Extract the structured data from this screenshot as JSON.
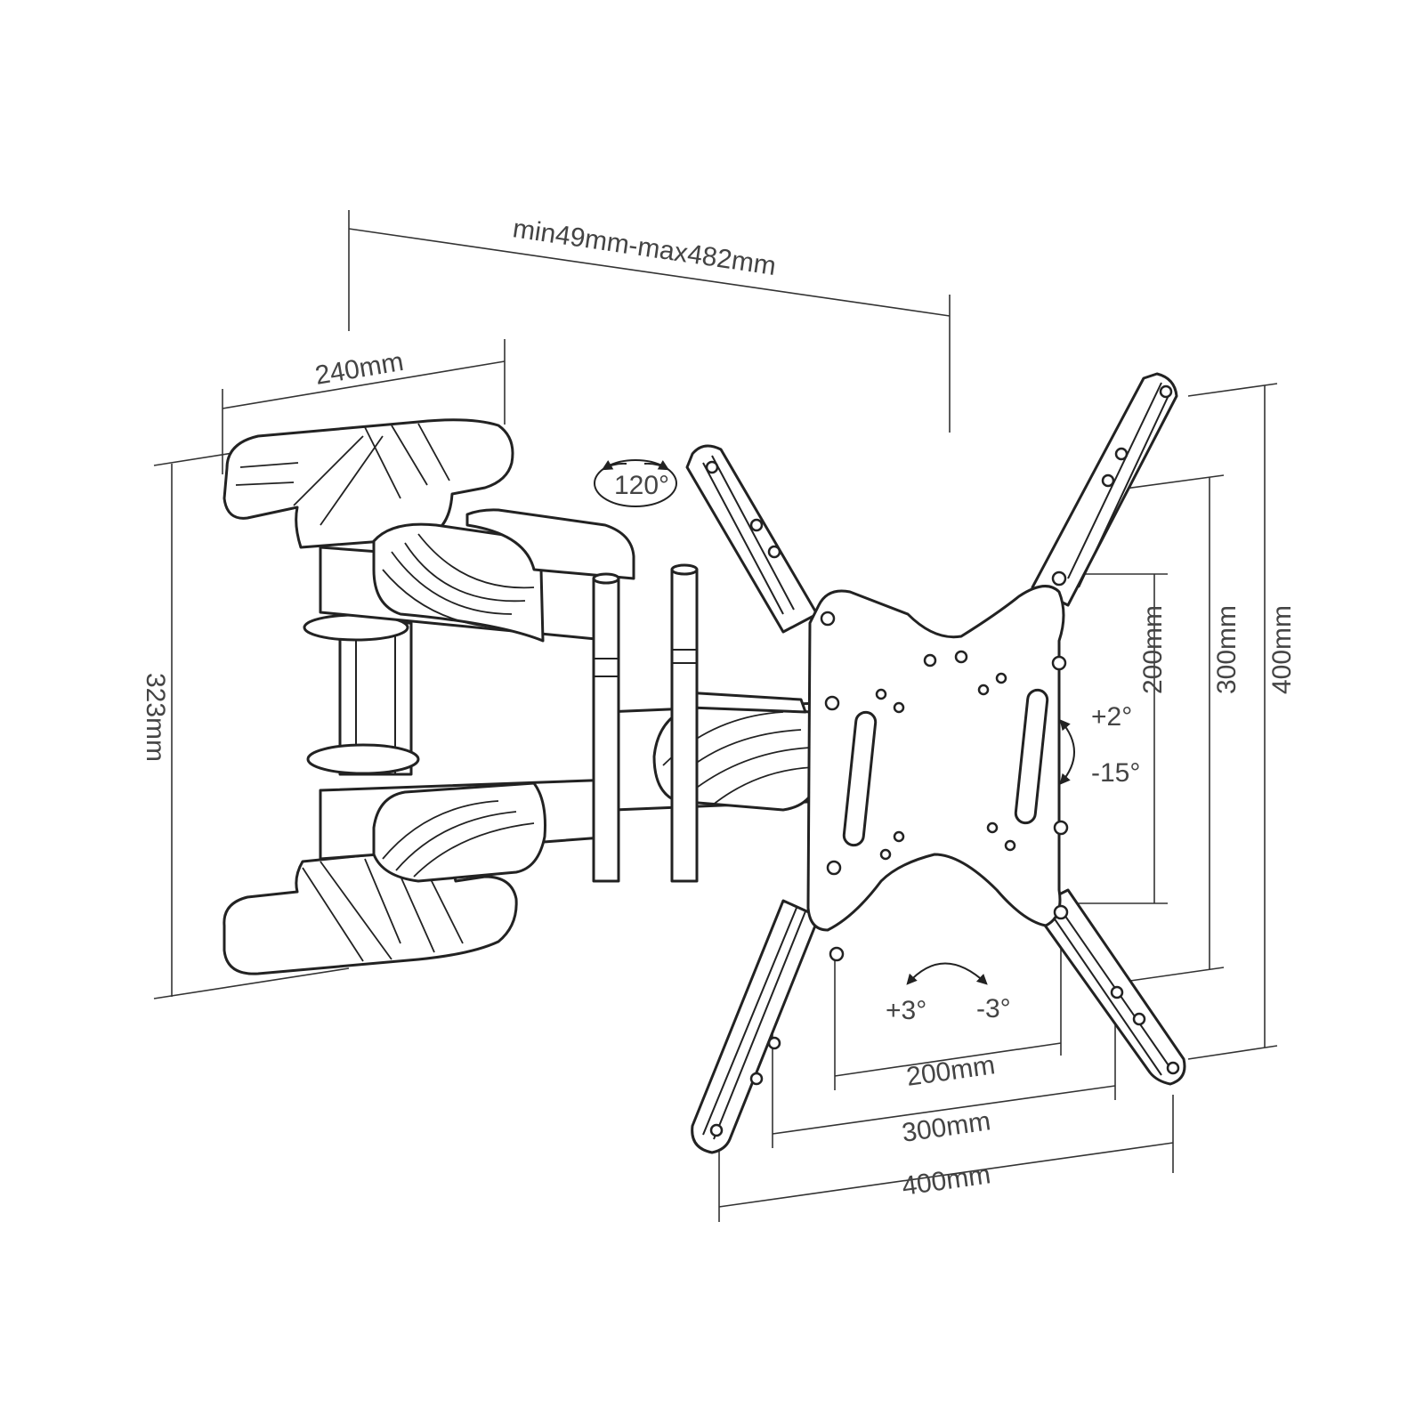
{
  "diagram": {
    "dimensions": {
      "extension": "min49mm-max482mm",
      "wall_plate_width": "240mm",
      "wall_plate_height": "323mm",
      "vesa_v_200": "200mm",
      "vesa_v_300": "300mm",
      "vesa_v_400": "400mm",
      "vesa_h_200": "200mm",
      "vesa_h_300": "300mm",
      "vesa_h_400": "400mm"
    },
    "angles": {
      "swivel": "120°",
      "tilt_up": "+2°",
      "tilt_down": "-15°",
      "rotate_plus": "+3°",
      "rotate_minus": "-3°"
    }
  }
}
